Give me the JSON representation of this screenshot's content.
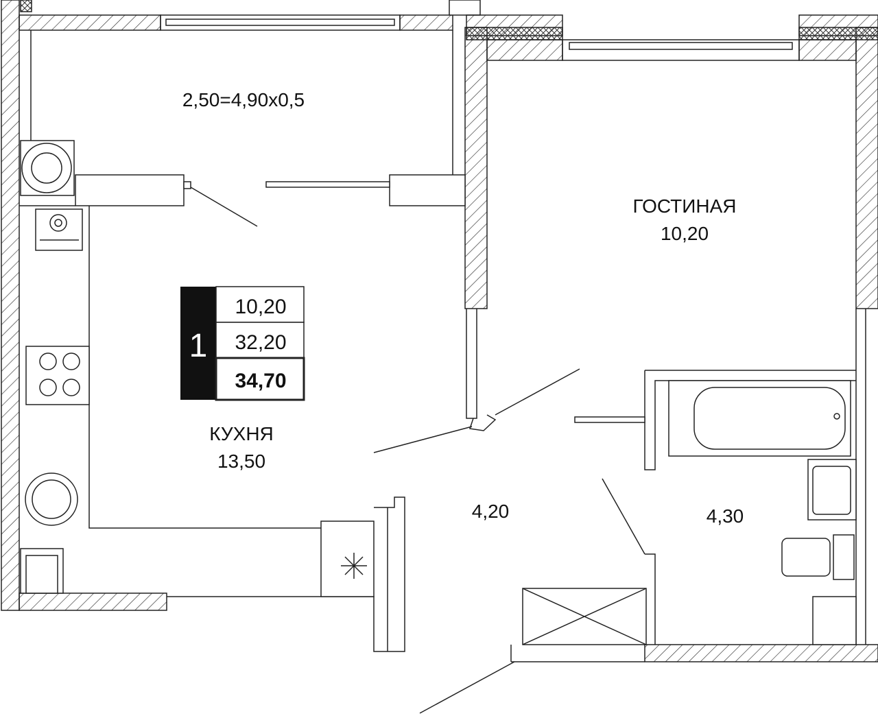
{
  "plan": {
    "balcony": {
      "label": "2,50=4,90x0,5"
    },
    "living_room": {
      "name": "ГОСТИНАЯ",
      "area": "10,20"
    },
    "kitchen": {
      "name": "КУХНЯ",
      "area": "13,50"
    },
    "hallway": {
      "area": "4,20"
    },
    "bathroom": {
      "area": "4,30"
    }
  },
  "badge": {
    "rooms": "1",
    "living_area": "10,20",
    "total_area": "32,20",
    "total_with_balcony": "34,70"
  },
  "colors": {
    "line": "#222222",
    "badge_bg": "#111111",
    "background": "#ffffff"
  }
}
